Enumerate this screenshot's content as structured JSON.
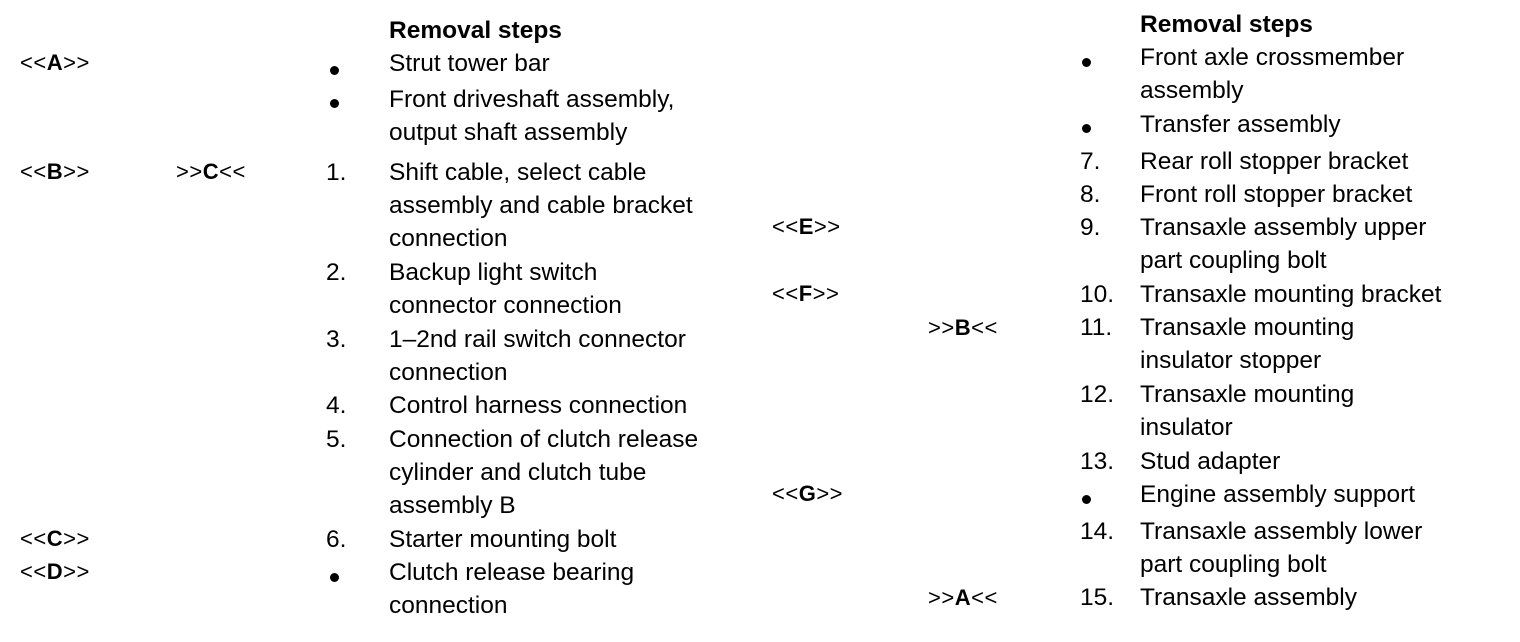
{
  "left_section": {
    "header": "Removal steps",
    "refs": {
      "A": "<<A>>",
      "B": "<<B>>",
      "C_inst": ">>C<<",
      "C": "<<C>>",
      "D": "<<D>>"
    },
    "items": [
      {
        "marker": "•",
        "text": [
          "Strut tower bar"
        ]
      },
      {
        "marker": "•",
        "text": [
          "Front driveshaft assembly,",
          "output shaft assembly"
        ]
      },
      {
        "marker": "1.",
        "text": [
          "Shift cable, select cable",
          "assembly and cable bracket",
          "connection"
        ]
      },
      {
        "marker": "2.",
        "text": [
          "Backup light switch",
          "connector connection"
        ]
      },
      {
        "marker": "3.",
        "text": [
          "1–2nd rail switch connector",
          "connection"
        ]
      },
      {
        "marker": "4.",
        "text": [
          "Control harness connection"
        ]
      },
      {
        "marker": "5.",
        "text": [
          "Connection of clutch release",
          "cylinder and clutch tube",
          "assembly B"
        ]
      },
      {
        "marker": "6.",
        "text": [
          "Starter mounting bolt"
        ]
      },
      {
        "marker": "•",
        "text": [
          "Clutch release bearing",
          "connection"
        ]
      }
    ]
  },
  "right_section": {
    "header": "Removal steps",
    "refs": {
      "E": "<<E>>",
      "F": "<<F>>",
      "B_inst": ">>B<<",
      "G": "<<G>>",
      "A_inst": ">>A<<"
    },
    "items": [
      {
        "marker": "•",
        "text": [
          "Front axle crossmember",
          "assembly"
        ]
      },
      {
        "marker": "•",
        "text": [
          "Transfer assembly"
        ]
      },
      {
        "marker": "7.",
        "text": [
          "Rear roll stopper bracket"
        ]
      },
      {
        "marker": "8.",
        "text": [
          "Front roll stopper bracket"
        ]
      },
      {
        "marker": "9.",
        "text": [
          "Transaxle assembly upper",
          "part coupling bolt"
        ]
      },
      {
        "marker": "10.",
        "text": [
          "Transaxle mounting bracket"
        ]
      },
      {
        "marker": "11.",
        "text": [
          "Transaxle mounting",
          "insulator stopper"
        ]
      },
      {
        "marker": "12.",
        "text": [
          "Transaxle mounting",
          "insulator"
        ]
      },
      {
        "marker": "13.",
        "text": [
          "Stud adapter"
        ]
      },
      {
        "marker": "•",
        "text": [
          "Engine assembly support"
        ]
      },
      {
        "marker": "14.",
        "text": [
          "Transaxle assembly lower",
          "part coupling bolt"
        ]
      },
      {
        "marker": "15.",
        "text": [
          "Transaxle assembly"
        ]
      }
    ]
  }
}
